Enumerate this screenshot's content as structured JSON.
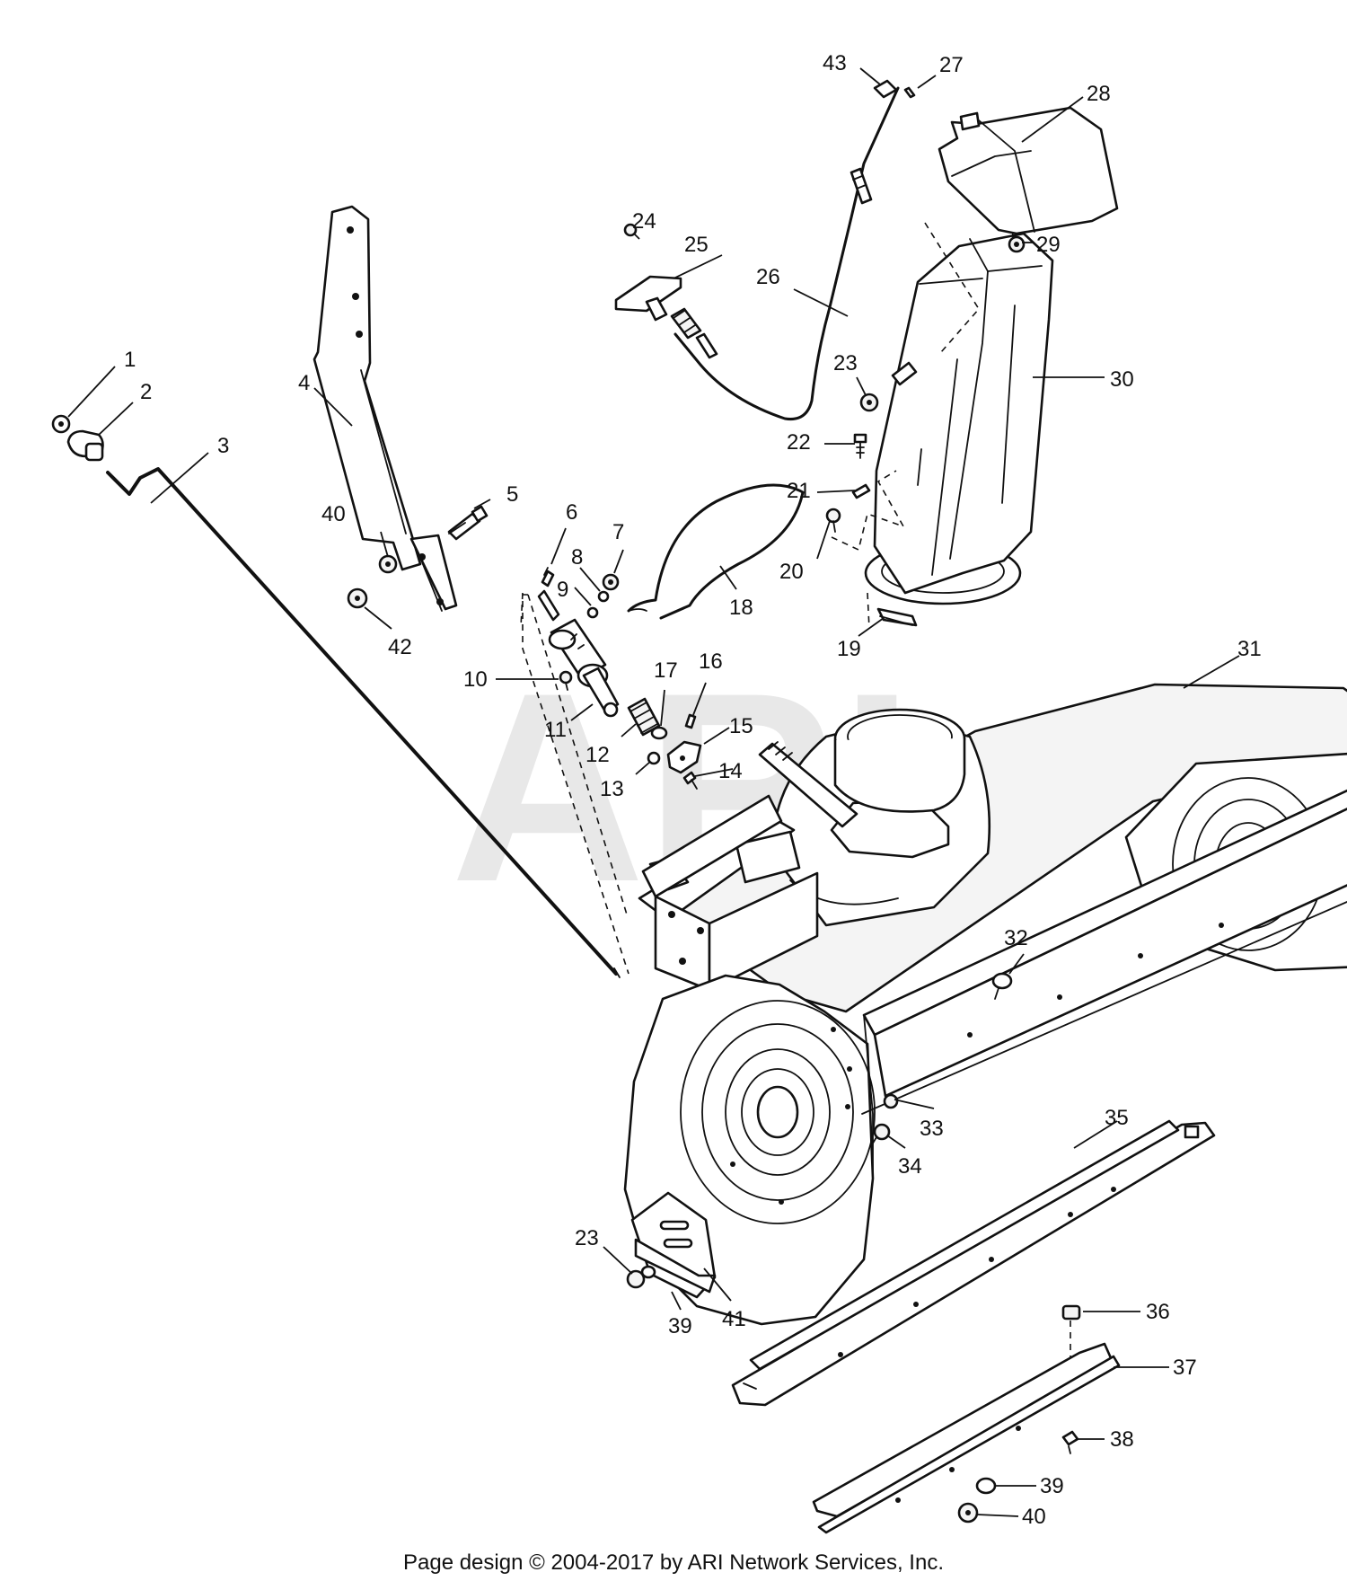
{
  "watermark": "ARI",
  "footer": "Page design © 2004-2017 by ARI Network Services, Inc.",
  "callouts": {
    "c1": "1",
    "c2": "2",
    "c3": "3",
    "c4": "4",
    "c5": "5",
    "c6": "6",
    "c7": "7",
    "c8": "8",
    "c9": "9",
    "c10": "10",
    "c11": "11",
    "c12": "12",
    "c13": "13",
    "c14": "14",
    "c15": "15",
    "c16": "16",
    "c17": "17",
    "c18": "18",
    "c19": "19",
    "c20": "20",
    "c21": "21",
    "c22": "22",
    "c23a": "23",
    "c23b": "23",
    "c24": "24",
    "c25": "25",
    "c26": "26",
    "c27": "27",
    "c28": "28",
    "c29": "29",
    "c30": "30",
    "c31": "31",
    "c32": "32",
    "c33": "33",
    "c34": "34",
    "c35": "35",
    "c36": "36",
    "c37": "37",
    "c38": "38",
    "c39a": "39",
    "c39b": "39",
    "c40a": "40",
    "c40b": "40",
    "c41": "41",
    "c42": "42",
    "c43": "43"
  }
}
